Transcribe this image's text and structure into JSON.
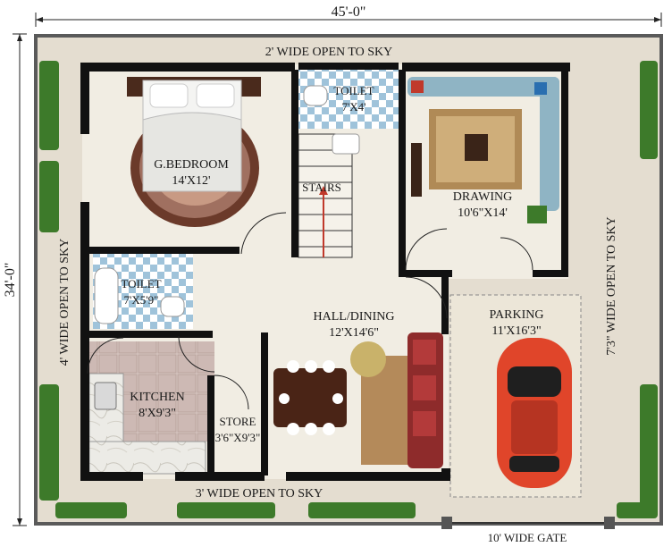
{
  "dimensions": {
    "overall_width": "45'-0\"",
    "overall_depth": "34'-0\""
  },
  "open_to_sky": {
    "top": "2' WIDE OPEN TO SKY",
    "left": "4' WIDE OPEN TO SKY",
    "right": "7'3\" WIDE OPEN TO SKY",
    "bottom": "3' WIDE OPEN TO SKY"
  },
  "gate": "10' WIDE GATE",
  "rooms": {
    "bedroom": {
      "name": "G.BEDROOM",
      "size": "14'X12'"
    },
    "toilet_top": {
      "name": "TOILET",
      "size": "7'X4'"
    },
    "stairs": {
      "name": "STAIRS"
    },
    "drawing": {
      "name": "DRAWING",
      "size": "10'6\"X14'"
    },
    "toilet_left": {
      "name": "TOILET",
      "size": "7'X5'9\""
    },
    "hall": {
      "name": "HALL/DINING",
      "size": "12'X14'6\""
    },
    "parking": {
      "name": "PARKING",
      "size": "11'X16'3\""
    },
    "kitchen": {
      "name": "KITCHEN",
      "size": "8'X9'3\""
    },
    "store": {
      "name": "STORE",
      "size": "3'6\"X9'3\""
    }
  },
  "colors": {
    "wall": "#111111",
    "floor": "#f1ede3",
    "plot": "#e4ddd0",
    "plant": "#3d7a2a",
    "sofa_blue": "#8fb4c4",
    "sofa_red": "#8e2b2b",
    "car": "#e0452a",
    "tile_blue": "#9fc3da",
    "kitchen_tile": "#cdb9b4"
  }
}
